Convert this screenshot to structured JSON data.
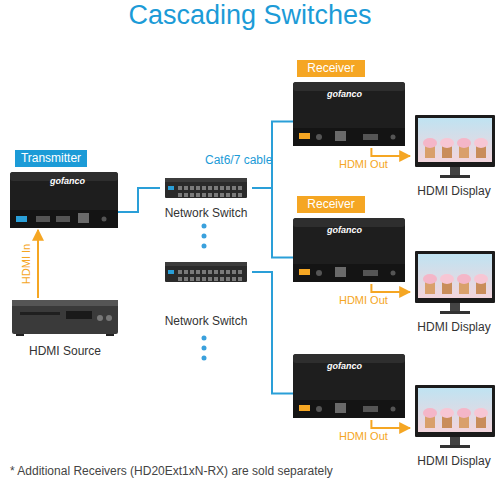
{
  "diagram": {
    "title": "Cascading Switches",
    "caption": "* Additional Receivers (HD20Ext1xN-RX) are sold separately",
    "nodes": [
      {
        "text": [
          "Transmitter",
          "gofanco"
        ]
      },
      {
        "text": [
          "HDMI Source"
        ]
      },
      {
        "text": [
          "Network Switch"
        ]
      },
      {
        "text": [
          "Network Switch"
        ]
      },
      {
        "text": [
          "Receiver",
          "gofanco"
        ]
      },
      {
        "text": [
          "Receiver",
          "gofanco"
        ]
      },
      {
        "text": [
          "gofanco"
        ]
      },
      {
        "text": [
          "HDMI Display"
        ]
      },
      {
        "text": [
          "HDMI Display"
        ]
      },
      {
        "text": [
          "HDMI Display"
        ]
      }
    ],
    "edges": [
      {
        "from": 1,
        "to": 0,
        "label": "HDMI In",
        "arrow": "to"
      },
      {
        "from": 0,
        "to": 2,
        "arrow": "none"
      },
      {
        "from": 2,
        "to": 4,
        "arrow": "none"
      },
      {
        "from": 2,
        "to": 5,
        "arrow": "none"
      },
      {
        "from": 3,
        "to": 6,
        "arrow": "none"
      },
      {
        "from": 4,
        "to": 7,
        "label": "HDMI Out",
        "arrow": "to"
      },
      {
        "from": 5,
        "to": 8,
        "label": "HDMI Out",
        "arrow": "to"
      },
      {
        "from": 6,
        "to": 9,
        "label": "HDMI Out",
        "arrow": "to"
      }
    ],
    "labels": [
      "Cat6/7 cable"
    ]
  }
}
